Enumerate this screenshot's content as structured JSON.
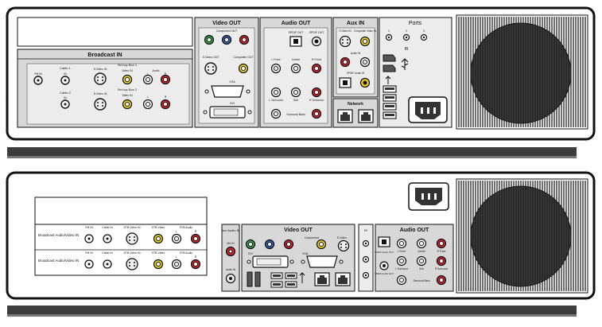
{
  "top_unit": {
    "broadcast_in": {
      "title": "Broadcast IN",
      "fm_label": "FM\nIN",
      "cable1_label": "Cable 1",
      "cable2_label": "Cable 2",
      "stb1_label": "Set-top Box 1",
      "stb2_label": "Set-top Box 2",
      "svideo_label": "S-Video IN",
      "video_label": "Video IN",
      "audio_label": "Audio",
      "in_label": "IN",
      "l_label": "L",
      "r_label": "R"
    },
    "video_out": {
      "title": "Video OUT",
      "component_label": "Component OUT",
      "svideo_label": "S-Video OUT",
      "composite_label": "Composite OUT",
      "vga_label": "VGA",
      "dvi_label": "DVI"
    },
    "audio_out": {
      "title": "Audio OUT",
      "spdif_label": "SPDIF OUT",
      "lfront_label": "L Front",
      "center_label": "Center",
      "rfront_label": "R Front",
      "lsurround_label": "L Surround",
      "sub_label": "Sub",
      "rsurround_label": "R Surround",
      "surround_back_label": "Surround Back"
    },
    "aux_in": {
      "title": "Aux IN",
      "svideo_label": "S-Video IN",
      "composite_label": "Composite Video IN",
      "audio_label": "Audio IN",
      "spdif_label": "SPDIF Audio IN"
    },
    "network": {
      "title": "Network"
    },
    "ports": {
      "title": "Ports",
      "ir_label": "IR",
      "ir_nums": [
        "1",
        "2",
        "3"
      ]
    }
  },
  "bottom_unit": {
    "broadcast": {
      "row_label": "Broadcast Audio/Video IN",
      "fm_label": "FM IN",
      "cable_label": "Cable IN",
      "stb_video_label": "STB Video IN",
      "stb_svideo_label": "STB Video",
      "stb_audio_label": "STB Audio",
      "l_label": "L",
      "r_label": "R"
    },
    "aux_audio_in": {
      "title": "Aux Audio IN",
      "mic_label": "Mic IN",
      "audio_label": "Audio IN"
    },
    "video_out": {
      "title": "Video OUT",
      "component_label": "Component",
      "svideo_label": "S-Video",
      "dvi_label": "DVI",
      "vga_label": "VGA"
    },
    "ir": {
      "title": "IR"
    },
    "audio_out": {
      "title": "Audio OUT",
      "spdif_label": "SPDIF Audio OUT",
      "lfront_label": "L Front",
      "center_label": "Center",
      "rfront_label": "R Front",
      "lsurround_label": "L Surround",
      "sub_label": "Sub",
      "rsurround_label": "R Surround",
      "surround_back_label": "Surround Back"
    }
  },
  "colors": {
    "chassis": "#ffffff",
    "panel_grey": "#d8d8d8",
    "foot": "#3c3c3c",
    "jack_green": "#3a9a48",
    "jack_blue": "#2f5fa6",
    "jack_red": "#c8242b",
    "jack_yellow": "#e8cf1e",
    "jack_white": "#f2f2f2",
    "grille_line": "#222222"
  }
}
